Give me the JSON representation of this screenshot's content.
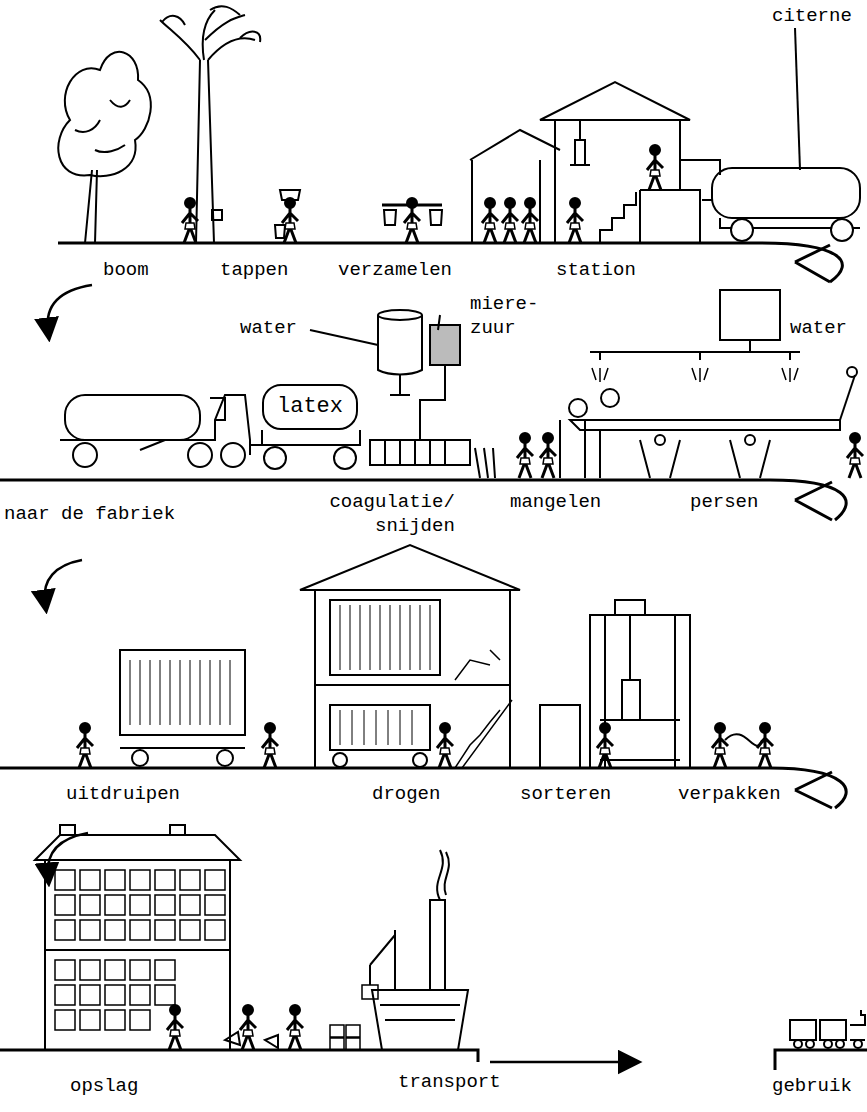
{
  "diagram": {
    "nodes": [
      {
        "text": [
          "latex"
        ]
      }
    ],
    "labels": [
      "citerne",
      "boom",
      "tappen",
      "verzamelen",
      "station",
      "water",
      "miere- zuur",
      "water",
      "coagulatie/ snijden",
      "mangelen",
      "persen",
      "naar de fabriek",
      "uitdruipen",
      "drogen",
      "sorteren",
      "verpakken",
      "opslag",
      "transport",
      "gebruik"
    ]
  }
}
